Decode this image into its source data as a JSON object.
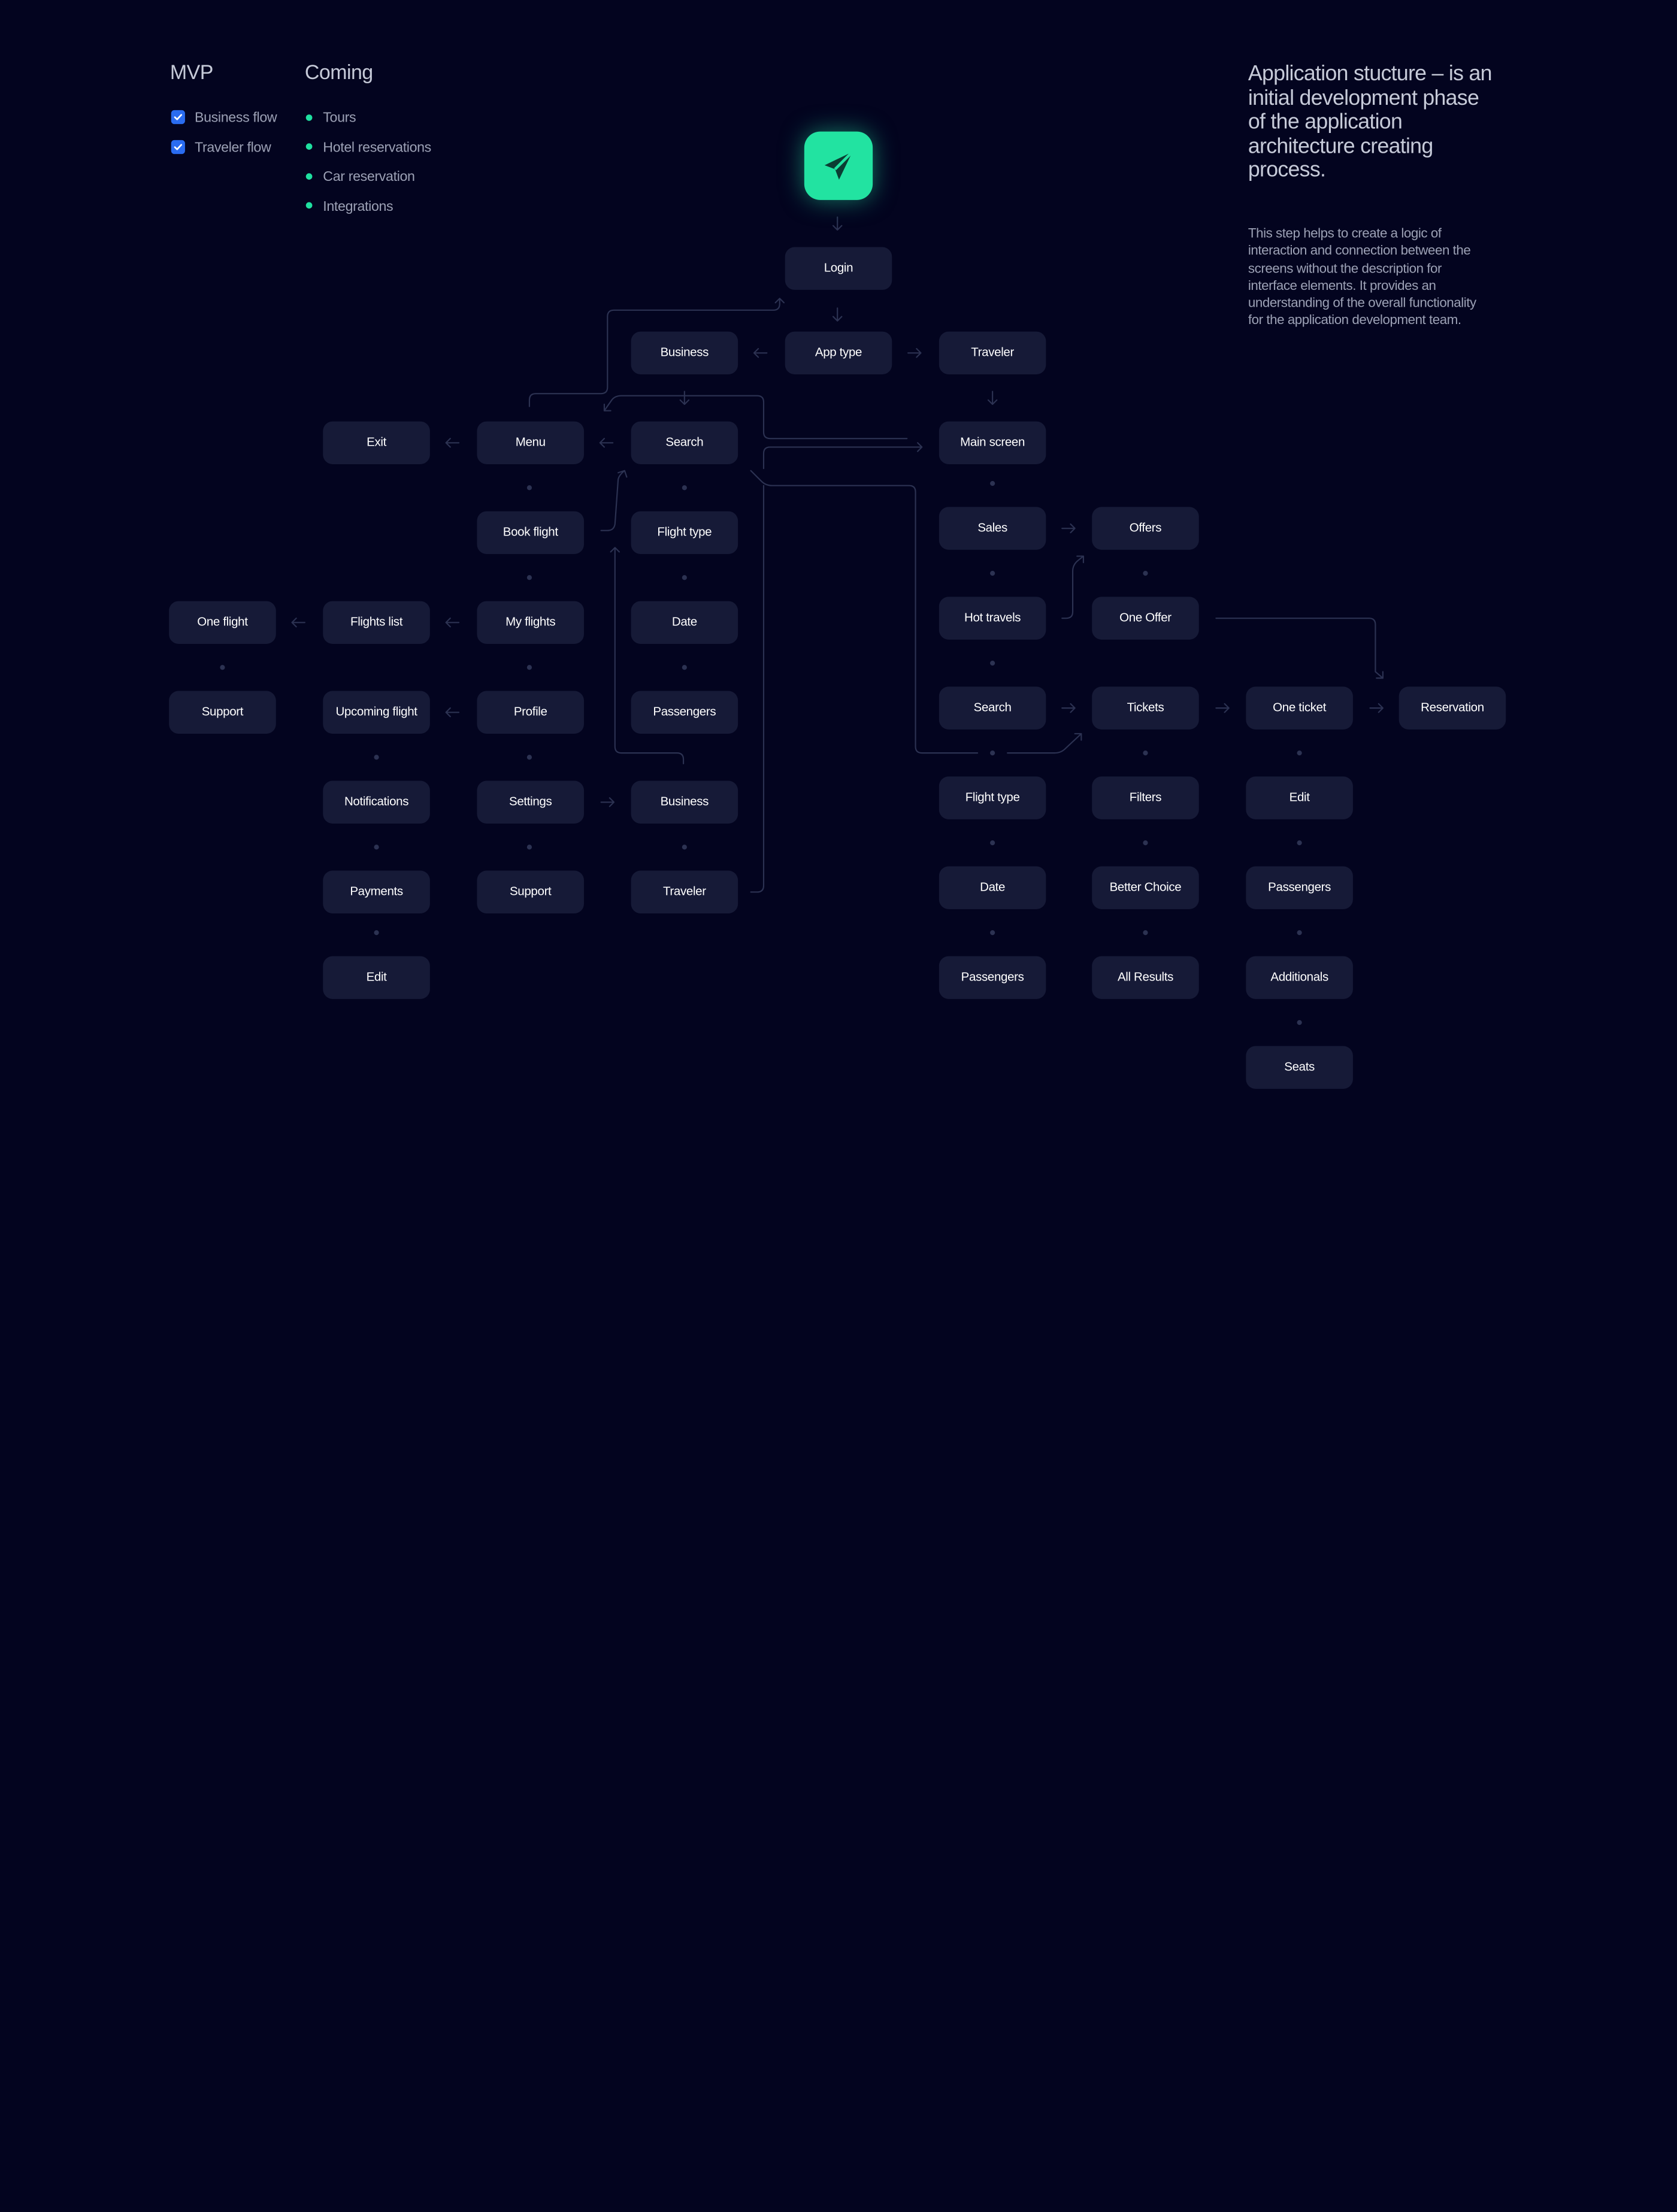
{
  "legend": {
    "mvp": {
      "title": "MVP",
      "items": [
        "Business flow",
        "Traveler flow"
      ]
    },
    "coming": {
      "title": "Coming",
      "items": [
        "Tours",
        "Hotel reservations",
        "Car reservation",
        "Integrations"
      ]
    }
  },
  "info": {
    "heading": "Application stucture – is an initial development phase of the application architecture creating process.",
    "body": "This step helps to create a logic of interaction and connection between the screens without the description for interface elements. It provides an understanding of the overall functionality for the application development team."
  },
  "app_icon": "paper-plane-icon",
  "colors": {
    "background": "#03041f",
    "node": "#161a37",
    "accent": "#22e3a1",
    "checkbox": "#2a6cf0"
  },
  "nodes": {
    "login": "Login",
    "app_type": "App type",
    "business": "Business",
    "traveler": "Traveler",
    "menu": "Menu",
    "search_b": "Search",
    "exit": "Exit",
    "main_screen": "Main screen",
    "book_flight": "Book flight",
    "flight_type_b": "Flight type",
    "sales": "Sales",
    "offers": "Offers",
    "my_flights": "My flights",
    "flights_list": "Flights list",
    "one_flight": "One flight",
    "date_b": "Date",
    "hot_travels": "Hot travels",
    "one_offer": "One Offer",
    "support_left": "Support",
    "upcoming_flight": "Upcoming flight",
    "profile": "Profile",
    "passengers_b": "Passengers",
    "search_t": "Search",
    "tickets": "Tickets",
    "one_ticket": "One ticket",
    "reservation": "Reservation",
    "notifications": "Notifications",
    "settings": "Settings",
    "business_settings": "Business",
    "flight_type_t": "Flight type",
    "filters": "Filters",
    "edit_t": "Edit",
    "payments": "Payments",
    "support_mid": "Support",
    "traveler_settings": "Traveler",
    "date_t": "Date",
    "better_choice": "Better Choice",
    "passengers_t": "Passengers",
    "edit_left": "Edit",
    "passengers_p": "Passengers",
    "all_results": "All Results",
    "additionals": "Additionals",
    "seats": "Seats"
  }
}
